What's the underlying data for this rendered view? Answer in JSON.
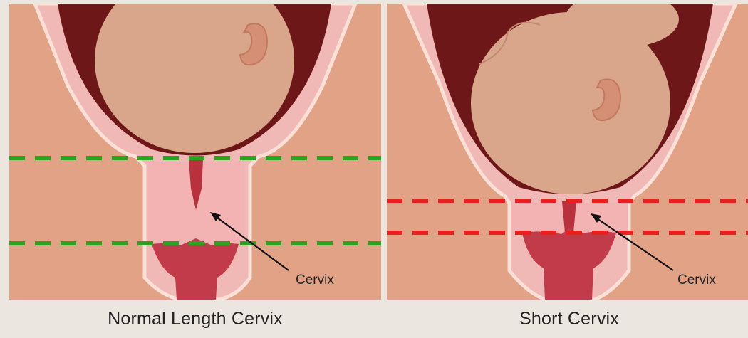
{
  "panels": [
    {
      "caption": "Normal Length Cervix",
      "callout_label": "Cervix",
      "guide_line_color": "#2aa31f"
    },
    {
      "caption": "Short Cervix",
      "callout_label": "Cervix",
      "guide_line_color": "#e8201f"
    }
  ],
  "colors": {
    "background": "#e2a286",
    "uterus_wall": "#f1b9b6",
    "uterus_outline": "#fbe0d8",
    "cavity": "#6e1719",
    "fetus": "#d9a68b",
    "canal": "#b8313d"
  }
}
